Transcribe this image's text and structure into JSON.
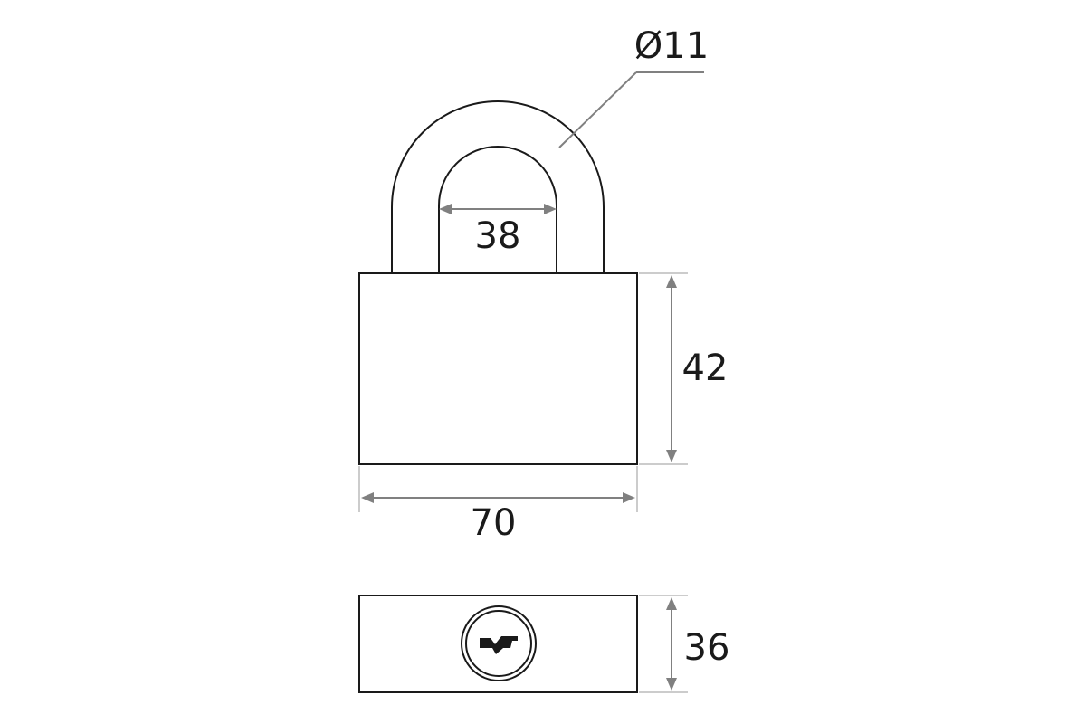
{
  "dimensions": {
    "shackle_diameter": "Ø11",
    "shackle_inner_width": "38",
    "body_height": "42",
    "body_width": "70",
    "body_depth": "36"
  },
  "colors": {
    "outline": "#1a1a1a",
    "dimension": "#808080",
    "background": "#ffffff"
  },
  "icons": {
    "keyhole": "keyhole-icon"
  }
}
